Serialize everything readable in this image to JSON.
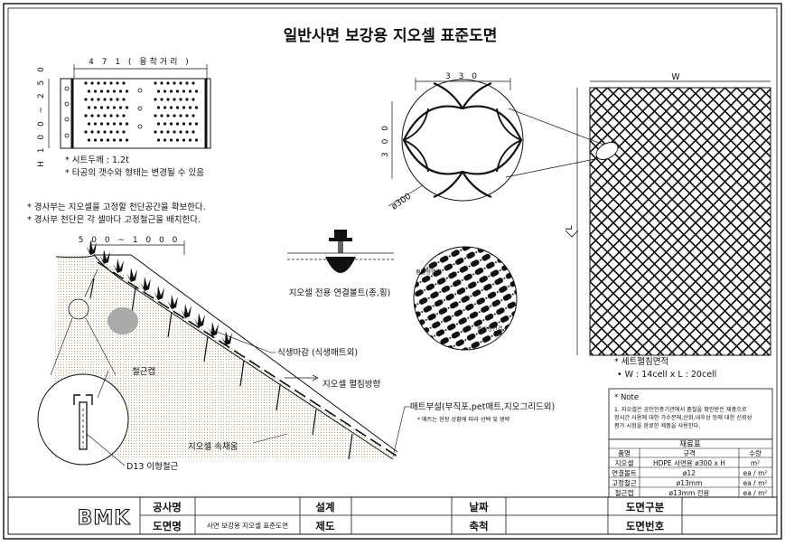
{
  "title": "일반사면 보강용 지오셀 표준도면",
  "sheet_detail": {
    "dim_length": "4 7 1  ( 융착거리 )",
    "dim_height": "H  1 0 0 ~ 2 5 0",
    "notes": [
      "* 시트두께 : 1.2t",
      "* 타공의 갯수와 형태는 변경될 수 있음"
    ]
  },
  "cell_detail": {
    "dim_w": "3 3 0",
    "dim_h": "3 0 0",
    "dim_dia": "ø300"
  },
  "slope_notes": [
    "* 경사부는 지오셀을 고정할 천단공간을 확보한다.",
    "* 경사부 천단은 각 셀마다 고정철근을 배치한다."
  ],
  "slope_dim": "5 0 0 ~ 1 0 0 0",
  "bolt_caption": "지오셀 전용 연결볼트(종,횡)",
  "joint_labels": {
    "horizontal": "횡방향연결",
    "vertical": "종방향연결"
  },
  "set_detail": {
    "w": "W",
    "l": "L",
    "caption": "* 세트펼침면적",
    "size": "• W : 14cell x L : 20cell"
  },
  "slope_labels": {
    "vegetation": "식생마감 (식생매트외)",
    "spread_dir": "지오셀 펼침방향",
    "mat": "매트부설(부직포,pet매트,지오그리드외)",
    "mat_note": "* 매트는 현장 상황에 따라 선택 및 생략",
    "fill": "지오셀 속채움",
    "cap": "철근캡",
    "pin": "D13 이형철근"
  },
  "note": {
    "heading": "* Note",
    "body": [
      "1. 지오셀은 공인인증기관에서 품질을 확인받은 제품으로",
      "정시간 사용에 대한 가수분해,산화,내후성 등에 대한 신뢰성",
      "평가 시험을 완료한 제품을 사용한다."
    ]
  },
  "materials": {
    "heading": "재료표",
    "columns": [
      "품명",
      "규격",
      "수량"
    ],
    "rows": [
      [
        "지오셀",
        "HDPE 사면용 ø300 x H",
        "m²"
      ],
      [
        "연결볼트",
        "ø12",
        "ea / m²"
      ],
      [
        "고정철근",
        "ø13mm",
        "ea / m²"
      ],
      [
        "철근캡",
        "ø13mm 전용",
        "ea / m²"
      ]
    ]
  },
  "title_block": {
    "logo": "BMK",
    "project_label": "공사명",
    "project_value": "",
    "drawing_label": "도면명",
    "drawing_value": "사면 보강용 지오셀 표준도면",
    "design_label": "설계",
    "draw_label": "제도",
    "date_label": "날짜",
    "check_label": "축척",
    "category_label": "도면구분",
    "number_label": "도면번호"
  }
}
